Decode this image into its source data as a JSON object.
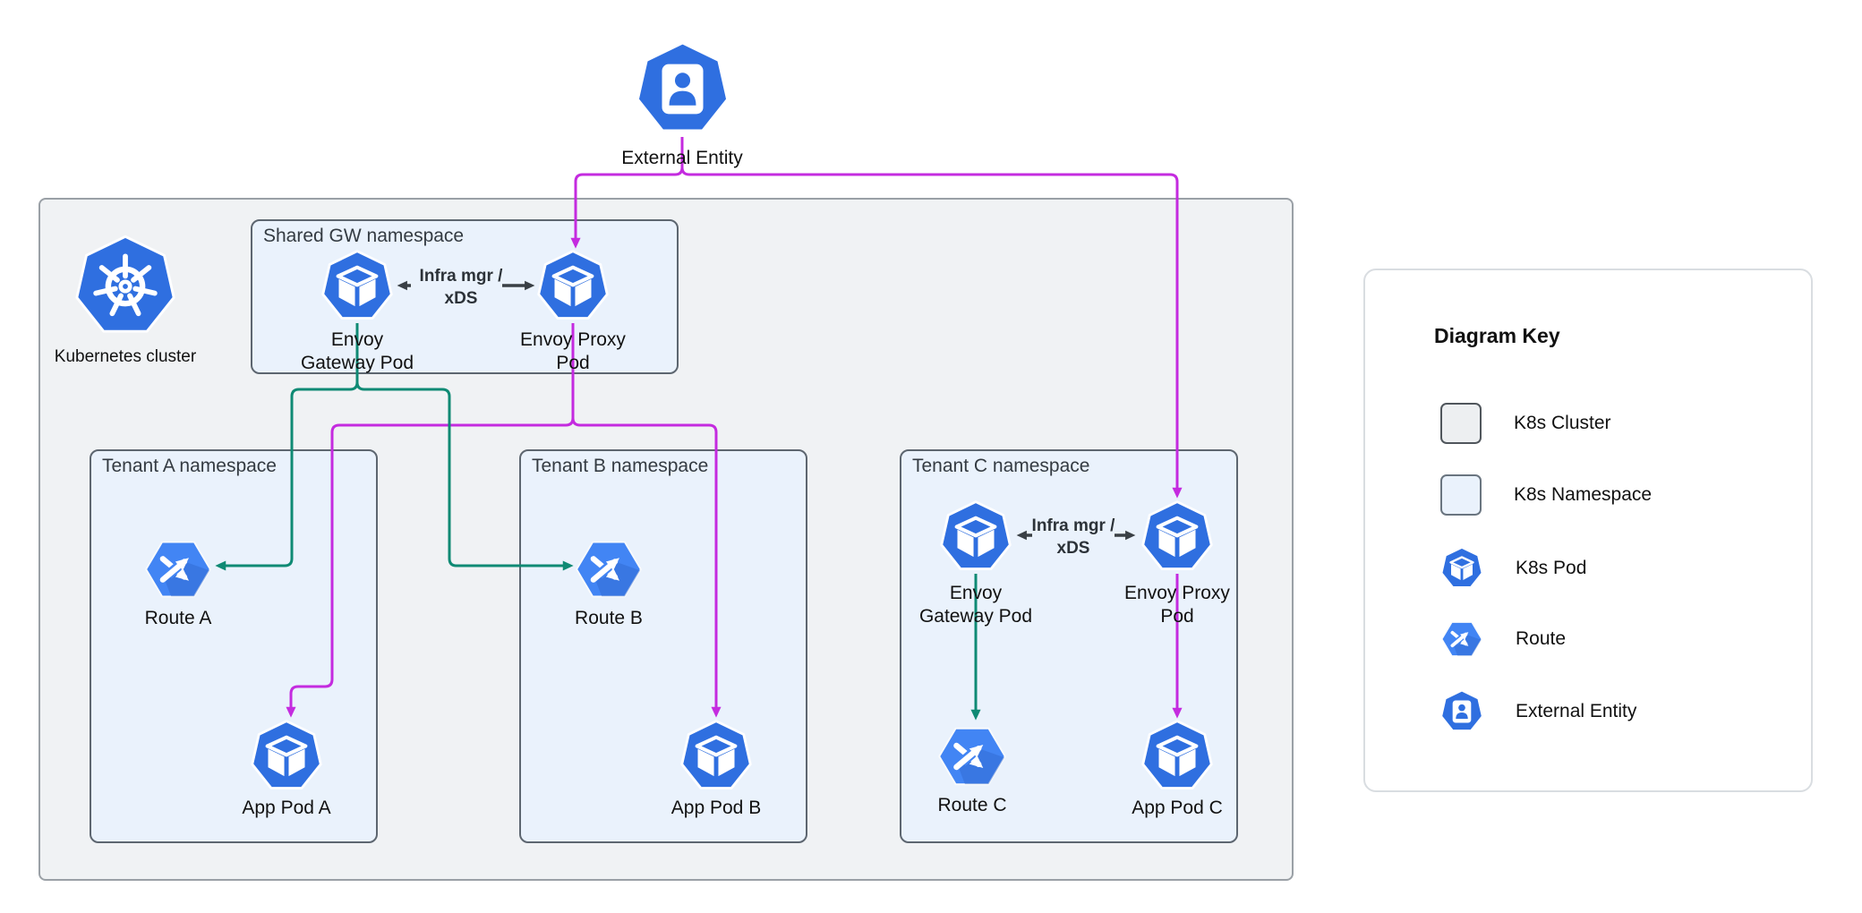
{
  "external_entity": {
    "label": "External Entity"
  },
  "cluster": {
    "label": "Kubernetes cluster"
  },
  "shared_gw": {
    "title": "Shared GW namespace",
    "gateway_pod": {
      "line1": "Envoy",
      "line2": "Gateway Pod"
    },
    "proxy_pod": {
      "line1": "Envoy Proxy",
      "line2": "Pod"
    },
    "link_label": {
      "line1": "Infra mgr /",
      "line2": "xDS"
    }
  },
  "tenant_a": {
    "title": "Tenant A namespace",
    "route": "Route A",
    "app_pod": "App Pod A"
  },
  "tenant_b": {
    "title": "Tenant B namespace",
    "route": "Route B",
    "app_pod": "App Pod B"
  },
  "tenant_c": {
    "title": "Tenant C namespace",
    "gateway_pod": {
      "line1": "Envoy",
      "line2": "Gateway Pod"
    },
    "proxy_pod": {
      "line1": "Envoy Proxy",
      "line2": "Pod"
    },
    "link_label": {
      "line1": "Infra mgr /",
      "line2": "xDS"
    },
    "route": "Route C",
    "app_pod": "App Pod C"
  },
  "key": {
    "title": "Diagram Key",
    "items": [
      {
        "icon": "k8s-cluster-swatch",
        "label": "K8s Cluster"
      },
      {
        "icon": "k8s-namespace-swatch",
        "label": "K8s Namespace"
      },
      {
        "icon": "k8s-pod-icon",
        "label": "K8s Pod"
      },
      {
        "icon": "route-icon",
        "label": "Route"
      },
      {
        "icon": "external-entity-icon",
        "label": "External Entity"
      }
    ]
  },
  "colors": {
    "pod_blue": "#2f6fe0",
    "route_blue": "#4285f4",
    "edge_green": "#0f8a74",
    "edge_magenta": "#c42bdf",
    "edge_dark": "#3a4045",
    "cluster_fill": "#f0f2f4",
    "namespace_fill": "#eaf2fc"
  }
}
